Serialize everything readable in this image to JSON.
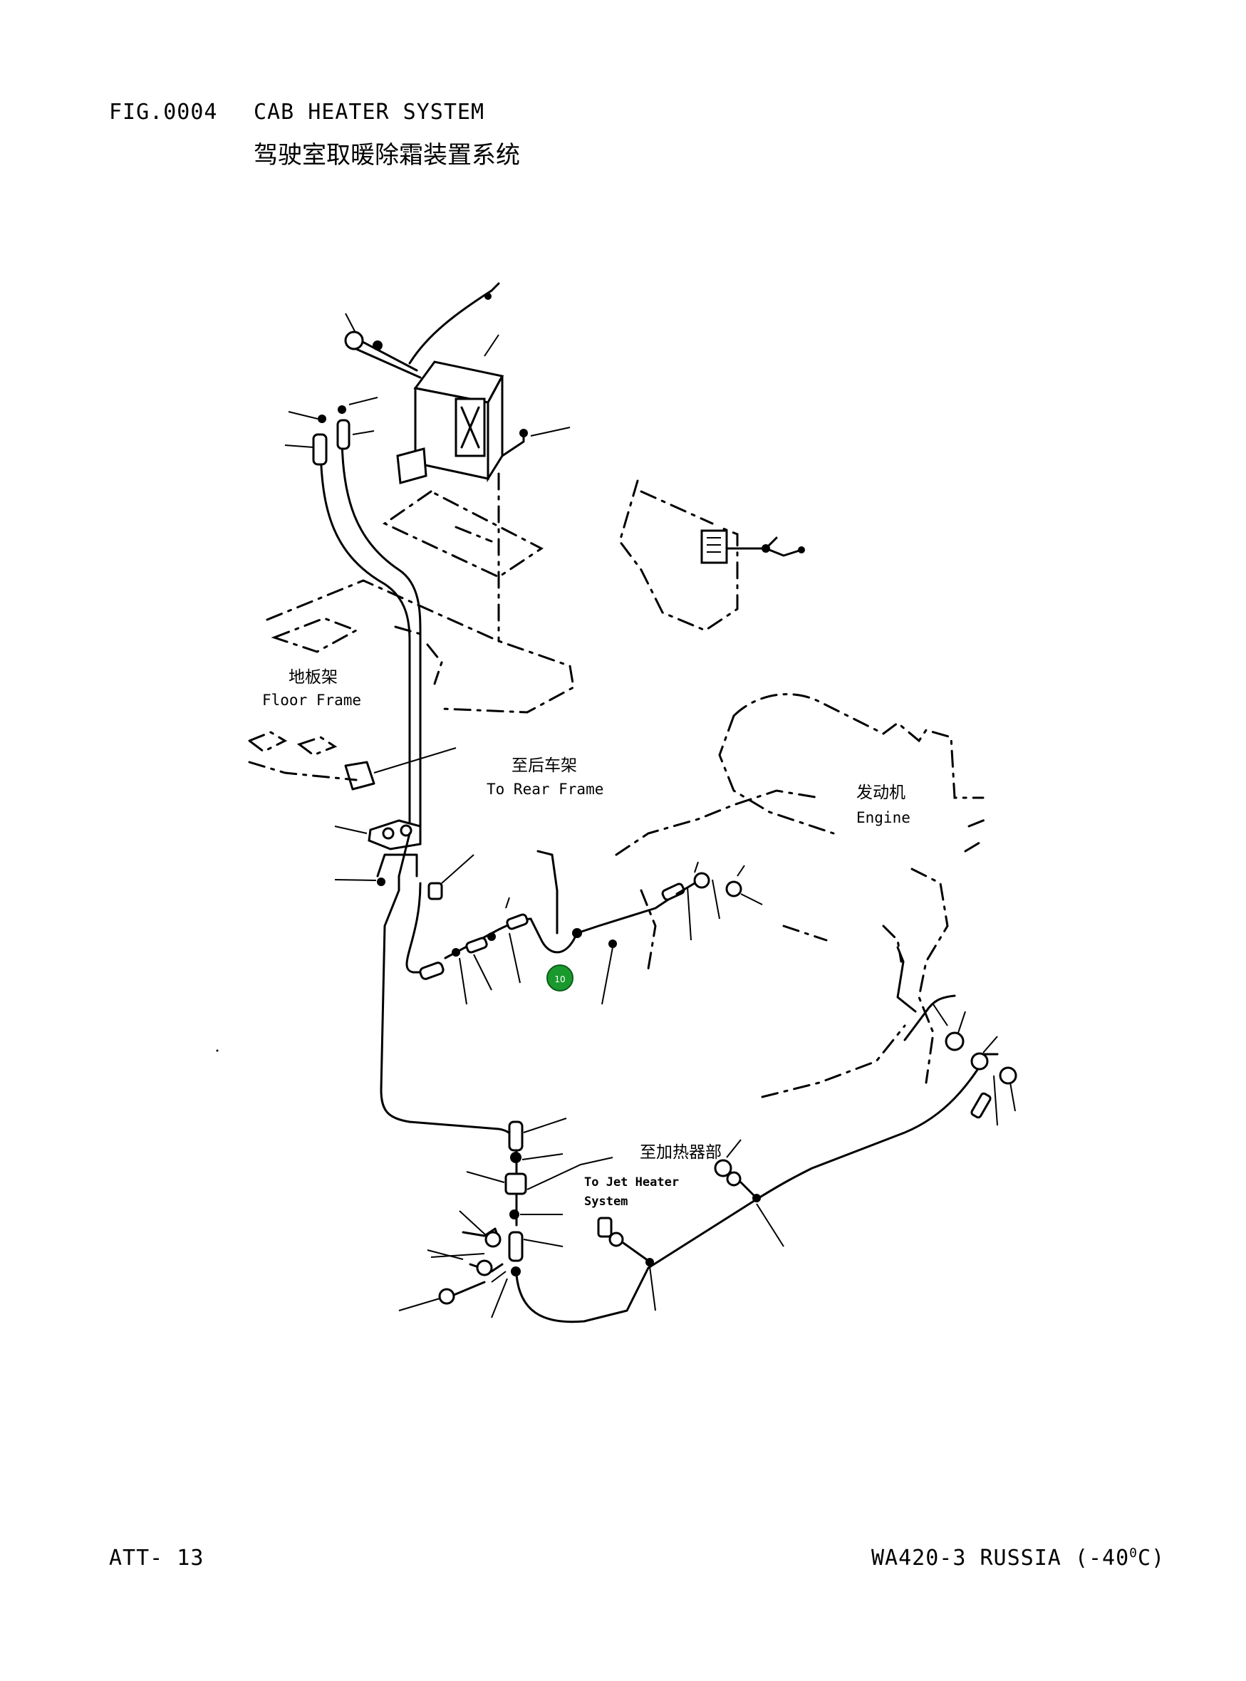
{
  "header": {
    "figure_number": "FIG.0004",
    "title_en": "CAB HEATER SYSTEM",
    "title_cn": "驾驶室取暖除霜装置系统"
  },
  "labels": {
    "floor_frame_cn": "地板架",
    "floor_frame_en": "Floor Frame",
    "rear_frame_cn": "至后车架",
    "rear_frame_en": "To Rear Frame",
    "engine_cn": "发动机",
    "engine_en": "Engine",
    "heater_cn": "至加热器部",
    "heater_en_line1": "To Jet Heater",
    "heater_en_line2": "System"
  },
  "callout": {
    "number": "10",
    "color": "#1a9a2e"
  },
  "footer": {
    "left": "ATT- 13",
    "right_prefix": "WA420-3 RUSSIA (-40",
    "right_sup": "0",
    "right_suffix": "C)"
  }
}
